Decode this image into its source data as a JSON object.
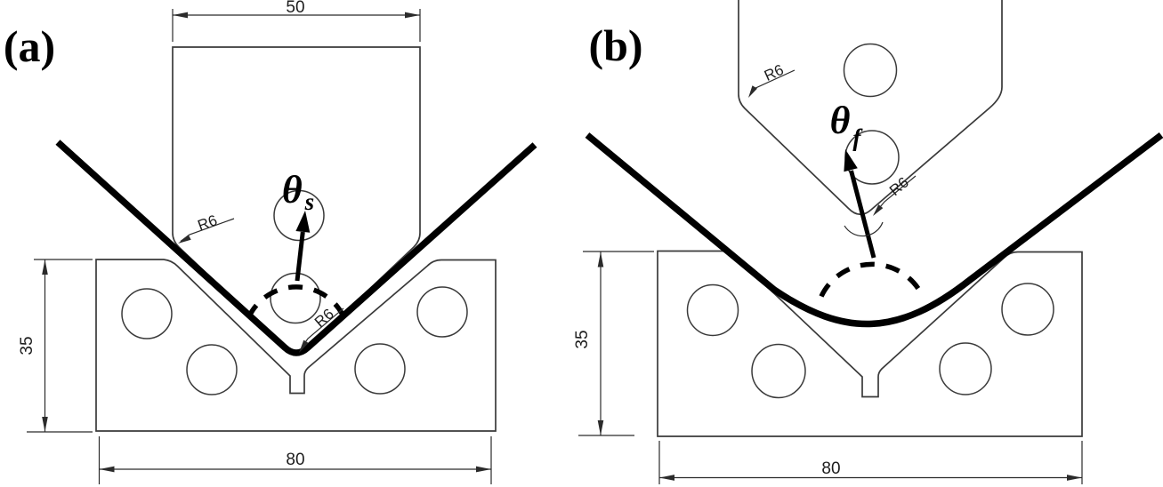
{
  "figure": {
    "background": "#ffffff",
    "line_color": "#3a3a3a",
    "sheet_color": "#000000",
    "text_color": "#1d1d1d",
    "panel_a": {
      "label": "(a)",
      "dims": {
        "punch_width": "50",
        "die_height": "35",
        "die_width": "80"
      },
      "radius_labels": {
        "punch_fillet": "R6",
        "punch_tip": "R6"
      },
      "angle": {
        "symbol": "θ",
        "subscript": "s"
      }
    },
    "panel_b": {
      "label": "(b)",
      "dims": {
        "die_height": "35",
        "die_width": "80"
      },
      "radius_labels": {
        "punch_fillet": "R6",
        "punch_tip": "R6"
      },
      "angle": {
        "symbol": "θ",
        "subscript": "f"
      }
    }
  }
}
